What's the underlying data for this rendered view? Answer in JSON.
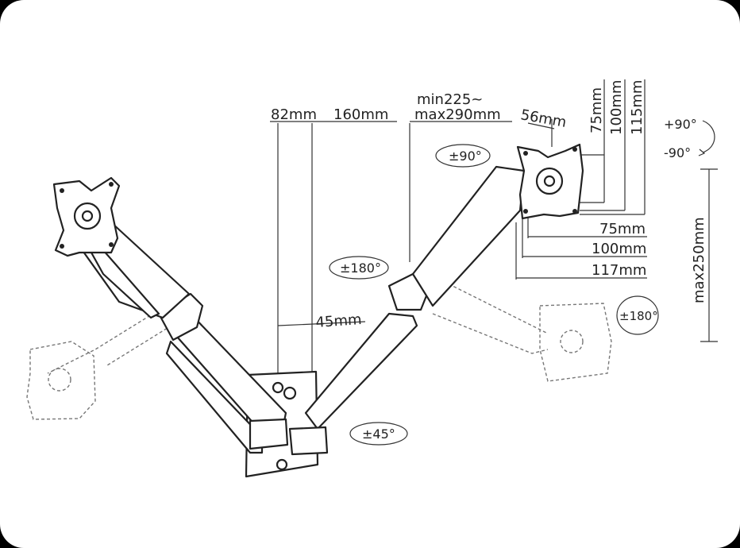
{
  "dimensions": {
    "d82": "82mm",
    "d160": "160mm",
    "reach_min": "min225~",
    "reach_max": "max290mm",
    "d56": "56mm",
    "d75v": "75mm",
    "d100v": "100mm",
    "d115v": "115mm",
    "d75h": "75mm",
    "d100h": "100mm",
    "d117h": "117mm",
    "d45": "45mm",
    "height": "max250mm"
  },
  "rotations": {
    "tilt_up": "+90°",
    "tilt_down": "-90°",
    "rot_90": "±90°",
    "rot_180_mid": "±180°",
    "rot_180_right": "±180°",
    "rot_45": "±45°"
  }
}
